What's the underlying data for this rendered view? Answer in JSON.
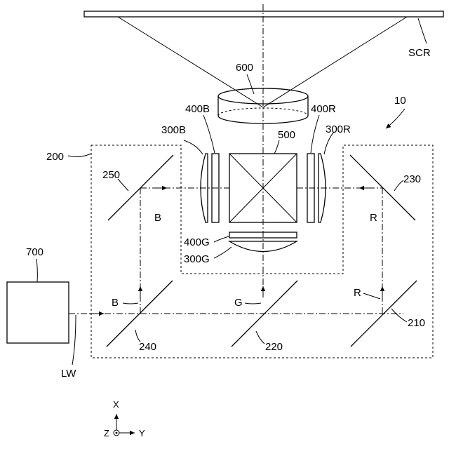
{
  "labels": {
    "screen": "SCR",
    "projection_lens": "600",
    "device": "10",
    "cross_prism": "500",
    "modulator_blue": "400B",
    "modulator_red": "400R",
    "modulator_green": "400G",
    "lens_blue": "300B",
    "lens_red": "300R",
    "lens_green": "300G",
    "separation_optics": "200",
    "mirror_250": "250",
    "mirror_230": "230",
    "mirror_240": "240",
    "mirror_220": "220",
    "mirror_210": "210",
    "light_source": "700",
    "white_light": "LW",
    "beam_b_upper": "B",
    "beam_b_lower": "B",
    "beam_r_upper": "R",
    "beam_r_lower": "R",
    "beam_g": "G"
  },
  "axes": {
    "x": "X",
    "y": "Y",
    "z": "Z"
  }
}
